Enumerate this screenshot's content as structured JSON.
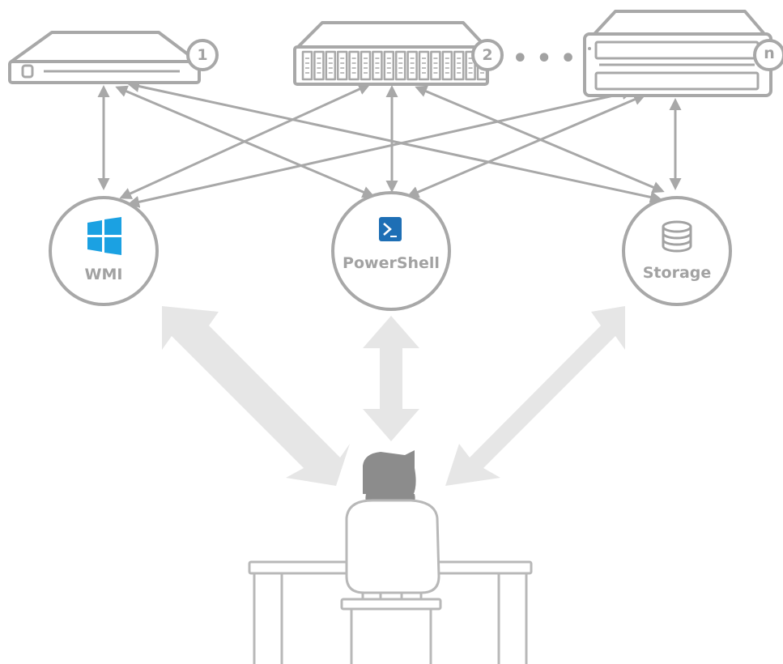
{
  "servers": [
    {
      "id": "server-1",
      "badge": "1"
    },
    {
      "id": "server-2",
      "badge": "2"
    },
    {
      "id": "server-n",
      "badge": "n"
    }
  ],
  "ellipsis": "• • •",
  "services": [
    {
      "id": "wmi",
      "label": "WMI",
      "icon": "windows-logo-icon"
    },
    {
      "id": "powershell",
      "label": "PowerShell",
      "icon": "powershell-icon"
    },
    {
      "id": "storage",
      "label": "Storage",
      "icon": "database-icon"
    }
  ],
  "colors": {
    "line": "#a8a8a8",
    "big_arrow": "#e6e6e6",
    "windows_blue": "#1ba1e2",
    "powershell_blue": "#1e6fb5",
    "person": "#8c8c8c"
  }
}
